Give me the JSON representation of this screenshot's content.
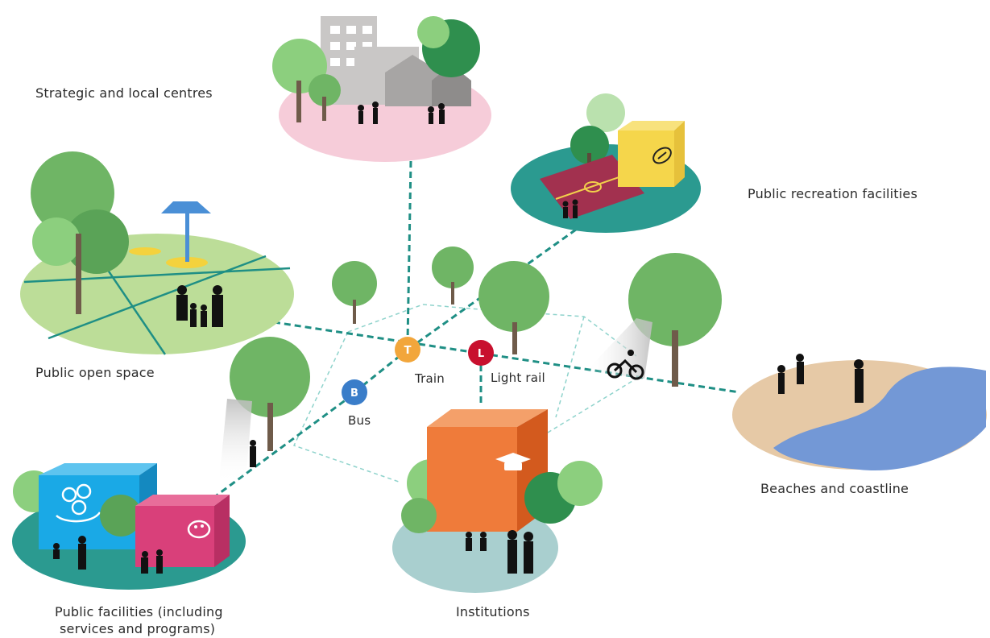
{
  "colors": {
    "connector": "#1f8f85",
    "connector_light": "#8fd3cc",
    "tree_dark": "#5aa357",
    "tree_light": "#8ccf7e",
    "train": "#f2a63b",
    "light_rail": "#c8102e",
    "bus": "#3a7dc9",
    "centres_disc": "#f6ccd9",
    "recreation_disc": "#2b9a90",
    "open_space_disc": "#bcdd98",
    "beach_sand": "#e6c9a6",
    "beach_water": "#7398d6",
    "facilities_disc": "#2b9a90",
    "institutions_disc": "#a9cfcf",
    "institution_box": "#ef7b3a",
    "facility_blue": "#1aa9e6",
    "facility_pink": "#d9407a",
    "recreation_box": "#f5d64b",
    "court": "#a2314f"
  },
  "labels": {
    "centres": "Strategic and local centres",
    "recreation": "Public recreation facilities",
    "open_space": "Public open space",
    "beaches": "Beaches and coastline",
    "facilities_line1": "Public facilities (including",
    "facilities_line2": "services and programs)",
    "institutions": "Institutions"
  },
  "transport": {
    "train": {
      "letter": "T",
      "label": "Train"
    },
    "light_rail": {
      "letter": "L",
      "label": "Light rail"
    },
    "bus": {
      "letter": "B",
      "label": "Bus"
    }
  },
  "icons": {
    "recreation_box": "football-icon",
    "institution_box": "graduation-cap-icon",
    "facility_blue": "community-group-icon",
    "facility_pink": "palette-icon"
  }
}
